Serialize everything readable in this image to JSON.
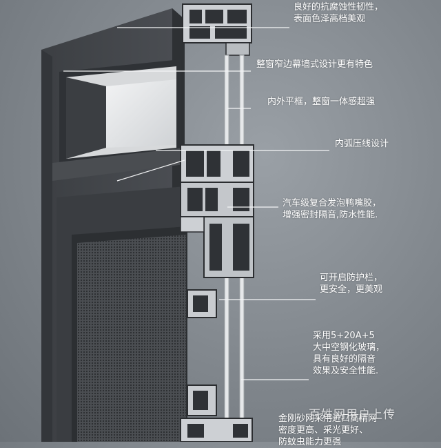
{
  "callouts": [
    {
      "id": "finish",
      "lines": [
        "良好的抗腐蚀性韧性，",
        "表面色泽高档美观"
      ]
    },
    {
      "id": "narrow-frame",
      "lines": [
        "整窗窄边幕墙式设计更有特色"
      ]
    },
    {
      "id": "flat-frame",
      "lines": [
        "内外平框，整窗一体感超强"
      ]
    },
    {
      "id": "arc-bead",
      "lines": [
        "内弧压线设计"
      ]
    },
    {
      "id": "seal",
      "lines": [
        "汽车级复合发泡鸭嘴胶，",
        "增强密封隔音,防水性能."
      ]
    },
    {
      "id": "guard-bar",
      "lines": [
        "可开启防护栏，",
        "更安全，更美观"
      ]
    },
    {
      "id": "glass",
      "lines": [
        "采用5+20A+5",
        "大中空钢化玻璃，",
        "具有良好的隔音",
        "效果及安全性能."
      ]
    },
    {
      "id": "screen",
      "lines": [
        "金刚砂网采用进口高精网",
        "密度更高、采光更好、",
        "防蚊虫能力更强"
      ]
    }
  ],
  "watermark": "百姓网用户上传",
  "colors": {
    "background": "#80868c",
    "frame": "#3a3d41",
    "profile-metal": "#c9ccd0",
    "callout-text": "#ffffff"
  }
}
